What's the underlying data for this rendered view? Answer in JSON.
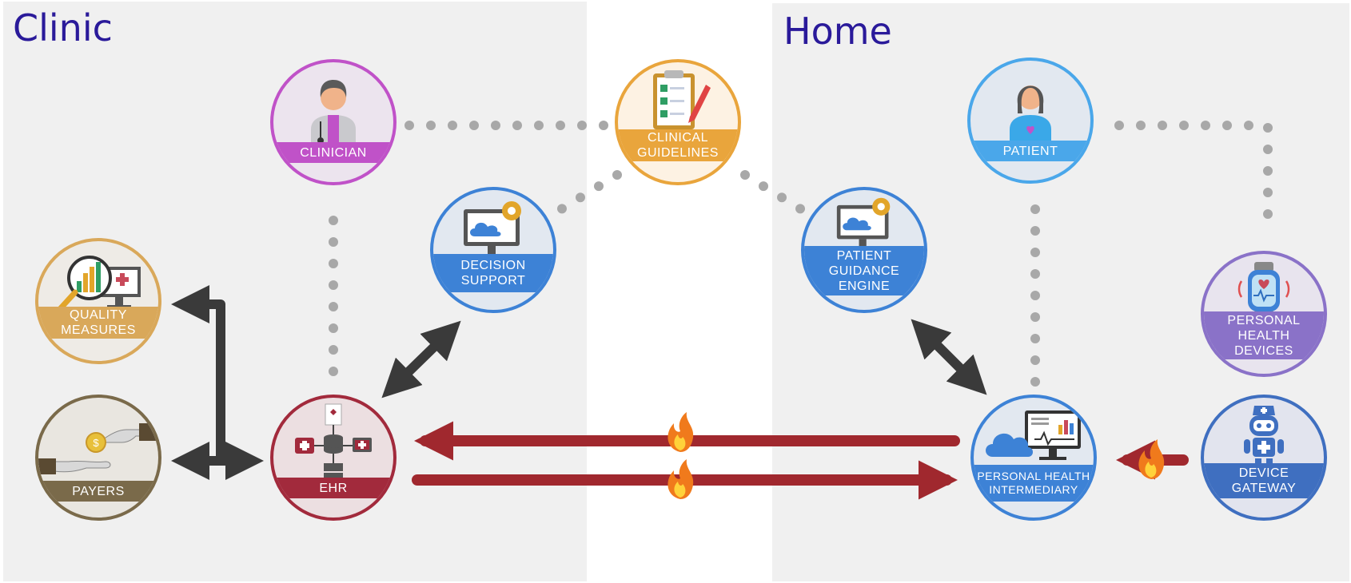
{
  "zones": {
    "clinic_title": "Clinic",
    "home_title": "Home"
  },
  "nodes": {
    "clinician": "CLINICIAN",
    "clinical_guidelines": [
      "CLINICAL",
      "GUIDELINES"
    ],
    "patient": "PATIENT",
    "decision_support": [
      "DECISION",
      "SUPPORT"
    ],
    "patient_guidance_engine": [
      "PATIENT",
      "GUIDANCE",
      "ENGINE"
    ],
    "quality_measures": [
      "QUALITY",
      "MEASURES"
    ],
    "personal_health_devices": [
      "PERSONAL",
      "HEALTH",
      "DEVICES"
    ],
    "payers": "PAYERS",
    "ehr": "EHR",
    "personal_health_intermediary": [
      "PERSONAL HEALTH",
      "INTERMEDIARY"
    ],
    "device_gateway": [
      "DEVICE",
      "GATEWAY"
    ]
  },
  "colors": {
    "zone_bg": "#f0f0f0",
    "title": "#2a1a9a",
    "clinician": "#c052c8",
    "guidelines": "#e9a53c",
    "blue": "#3d82d6",
    "gold": "#d9a85a",
    "brown": "#7a6a4a",
    "ehr": "#a22a3c",
    "purple": "#8a72c8",
    "gateway": "#3f6fc0",
    "data_flow": "#a0282e",
    "link_arrow": "#3a3a3a",
    "dotted": "#a8a8a8"
  },
  "icons": [
    "clinician-icon",
    "clipboard-icon",
    "patient-icon",
    "monitor-cloud-gear-icon",
    "analytics-monitor-icon",
    "wearable-icon",
    "payment-hands-icon",
    "database-icon",
    "cloud-dashboard-icon",
    "robot-icon",
    "fire-icon"
  ]
}
